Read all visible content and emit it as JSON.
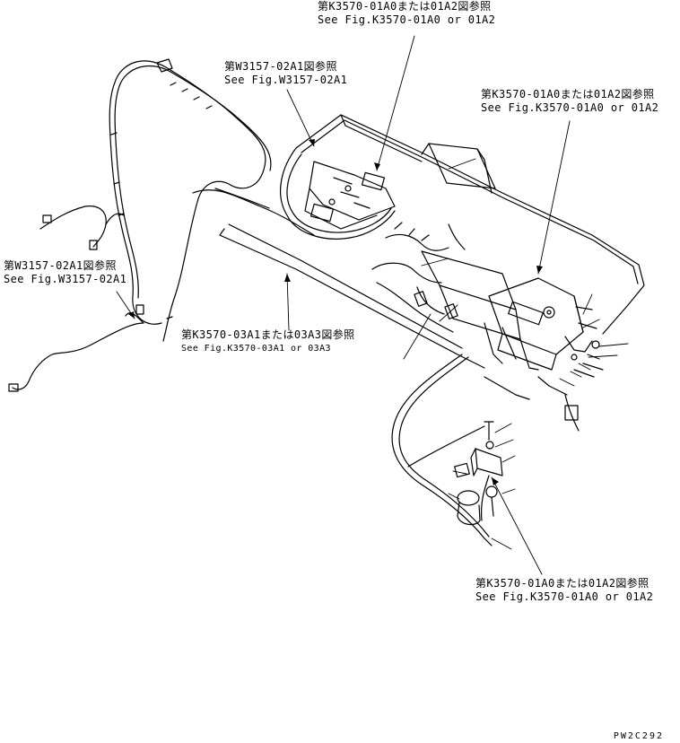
{
  "callouts": {
    "top": {
      "jp": "第K3570-01A0または01A2図参照",
      "en": "See Fig.K3570-01A0 or 01A2"
    },
    "upper_middle": {
      "jp": "第W3157-02A1図参照",
      "en": "See Fig.W3157-02A1"
    },
    "upper_right": {
      "jp": "第K3570-01A0または01A2図参照",
      "en": "See Fig.K3570-01A0 or 01A2"
    },
    "left": {
      "jp": "第W3157-02A1図参照",
      "en": "See Fig.W3157-02A1"
    },
    "center": {
      "jp": "第K3570-03A1または03A3図参照",
      "en": "See Fig.K3570-03A1 or 03A3"
    },
    "bottom_right": {
      "jp": "第K3570-01A0または01A2図参照",
      "en": "See Fig.K3570-01A0 or 01A2"
    }
  },
  "figure_code": "PW2C292"
}
